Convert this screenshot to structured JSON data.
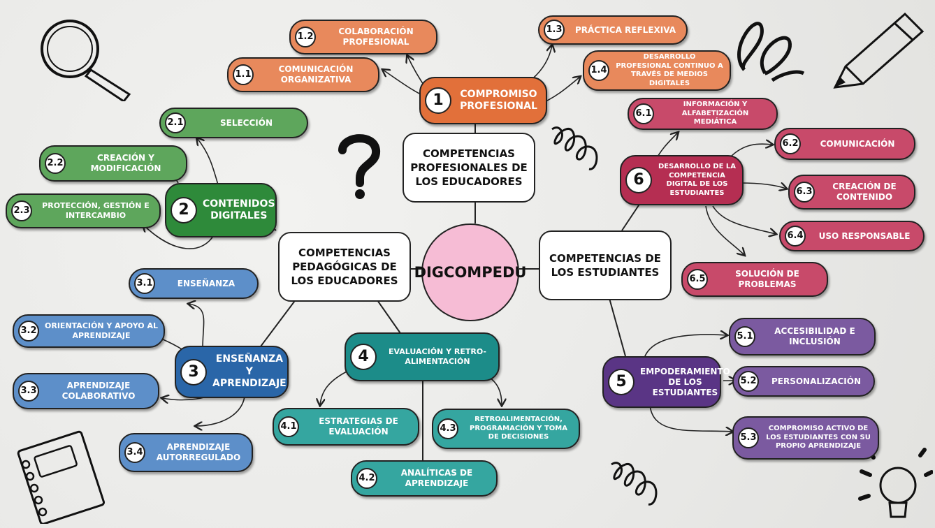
{
  "center": "DIGCOMPEDU",
  "areas": {
    "profesionales": "COMPETENCIAS PROFESIONALES DE LOS EDUCADORES",
    "pedagogicas": "COMPETENCIAS PEDAGÓGICAS DE LOS EDUCADORES",
    "estudiantes": "COMPETENCIAS DE LOS ESTUDIANTES"
  },
  "c1": {
    "num": "1",
    "label": "COMPROMISO PROFESIONAL",
    "items": [
      {
        "num": "1.1",
        "label": "COMUNICACIÓN ORGANIZATIVA"
      },
      {
        "num": "1.2",
        "label": "COLABORACIÓN PROFESIONAL"
      },
      {
        "num": "1.3",
        "label": "PRÁCTICA REFLEXIVA"
      },
      {
        "num": "1.4",
        "label": "DESARROLLO PROFESIONAL CONTINUO A TRAVÉS DE MEDIOS DIGITALES"
      }
    ]
  },
  "c2": {
    "num": "2",
    "label": "CONTENIDOS DIGITALES",
    "items": [
      {
        "num": "2.1",
        "label": "SELECCIÓN"
      },
      {
        "num": "2.2",
        "label": "CREACIÓN Y MODIFICACIÓN"
      },
      {
        "num": "2.3",
        "label": "PROTECCIÓN, GESTIÓN E INTERCAMBIO"
      }
    ]
  },
  "c3": {
    "num": "3",
    "label": "ENSEÑANZA Y APRENDIZAJE",
    "items": [
      {
        "num": "3.1",
        "label": "ENSEÑANZA"
      },
      {
        "num": "3.2",
        "label": "ORIENTACIÓN Y APOYO AL APRENDIZAJE"
      },
      {
        "num": "3.3",
        "label": "APRENDIZAJE COLABORATIVO"
      },
      {
        "num": "3.4",
        "label": "APRENDIZAJE AUTORREGULADO"
      }
    ]
  },
  "c4": {
    "num": "4",
    "label": "EVALUACIÓN Y RETRO-ALIMENTACIÓN",
    "items": [
      {
        "num": "4.1",
        "label": "ESTRATEGIAS DE EVALUACIÓN"
      },
      {
        "num": "4.2",
        "label": "ANALÍTICAS DE APRENDIZAJE"
      },
      {
        "num": "4.3",
        "label": "RETROALIMENTACIÓN, PROGRAMACIÓN Y TOMA DE DECISIONES"
      }
    ]
  },
  "c5": {
    "num": "5",
    "label": "EMPODERAMIENTO DE LOS ESTUDIANTES",
    "items": [
      {
        "num": "5.1",
        "label": "ACCESIBILIDAD E INCLUSIÓN"
      },
      {
        "num": "5.2",
        "label": "PERSONALIZACIÓN"
      },
      {
        "num": "5.3",
        "label": "COMPROMISO ACTIVO DE LOS ESTUDIANTES CON SU PROPIO APRENDIZAJE"
      }
    ]
  },
  "c6": {
    "num": "6",
    "label": "DESARROLLO DE LA COMPETENCIA DIGITAL DE LOS ESTUDIANTES",
    "items": [
      {
        "num": "6.1",
        "label": "INFORMACIÓN Y ALFABETIZACIÓN MEDIÁTICA"
      },
      {
        "num": "6.2",
        "label": "COMUNICACIÓN"
      },
      {
        "num": "6.3",
        "label": "CREACIÓN DE CONTENIDO"
      },
      {
        "num": "6.4",
        "label": "USO RESPONSABLE"
      },
      {
        "num": "6.5",
        "label": "SOLUCIÓN DE PROBLEMAS"
      }
    ]
  },
  "decorations": [
    "magnifier-icon",
    "question-mark-icon",
    "pencil-icon",
    "spiral-icon",
    "notebook-icon",
    "lightbulb-icon"
  ],
  "colors": {
    "c1": "#e2703a",
    "c2": "#2e8a3a",
    "c3": "#2a66a8",
    "c4": "#1c8c89",
    "c5": "#5a3585",
    "c6": "#b52e52",
    "center": "#f6bcd5"
  }
}
